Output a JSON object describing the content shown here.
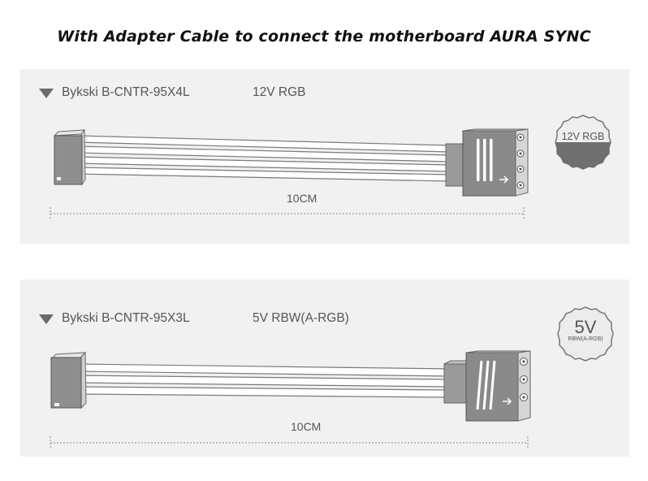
{
  "title": "With Adapter Cable to connect the motherboard AURA SYNC",
  "products": [
    {
      "model": "Bykski B-CNTR-95X4L",
      "spec": "12V RGB",
      "length": "10CM",
      "badge": {
        "main": "12V RGB",
        "sub": ""
      },
      "pins": 4
    },
    {
      "model": "Bykski B-CNTR-95X3L",
      "spec": "5V RBW(A-RGB)",
      "length": "10CM",
      "badge": {
        "main": "5V",
        "sub": "RBW(A-RGB)"
      },
      "pins": 3
    }
  ],
  "colors": {
    "panel": "#f1f1f1",
    "cable": "#ffffff",
    "outline": "#7a7a7a",
    "connector": "#8a8a8a",
    "badge_fill": "#6f6f6f"
  }
}
